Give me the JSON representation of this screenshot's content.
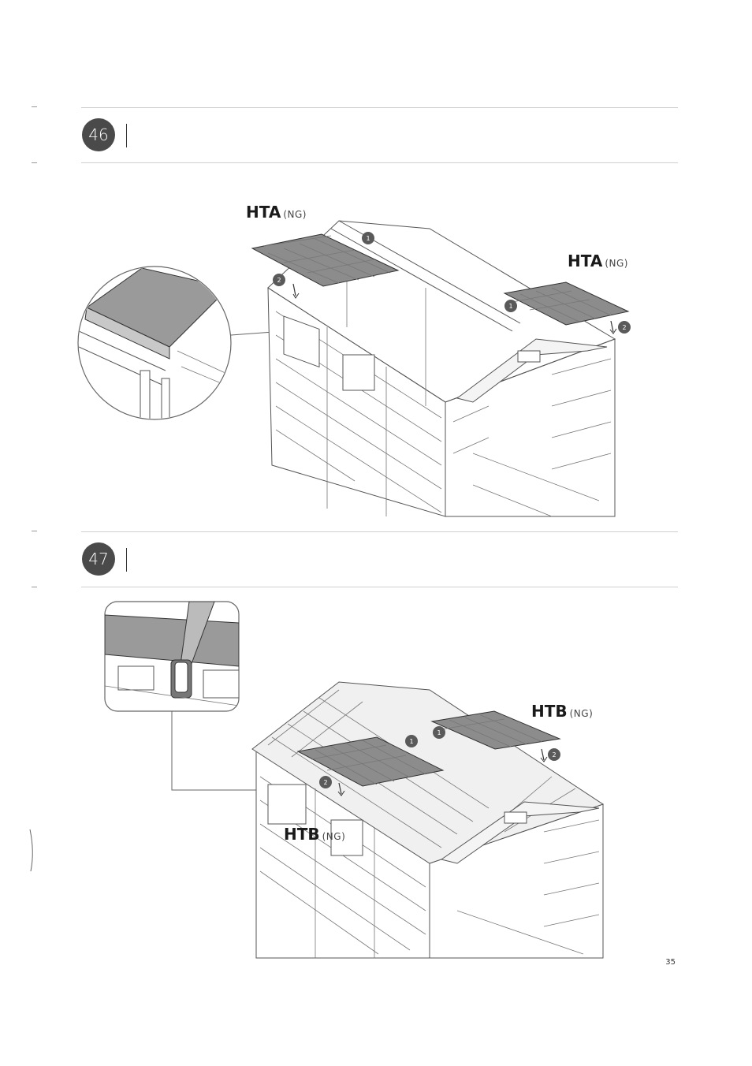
{
  "steps": [
    {
      "number": "46",
      "labels": [
        {
          "code": "HTA",
          "note": "(NG)"
        },
        {
          "code": "HTA",
          "note": "(NG)"
        }
      ]
    },
    {
      "number": "47",
      "labels": [
        {
          "code": "HTB",
          "note": "(NG)"
        },
        {
          "code": "HTB",
          "note": "(NG)"
        }
      ]
    }
  ],
  "badges": {
    "one": "1",
    "two": "2"
  },
  "page_number": "35",
  "colors": {
    "circle": "#4a4a4a",
    "shingle": "#8c8c8c",
    "rule": "#cfcfcf"
  }
}
